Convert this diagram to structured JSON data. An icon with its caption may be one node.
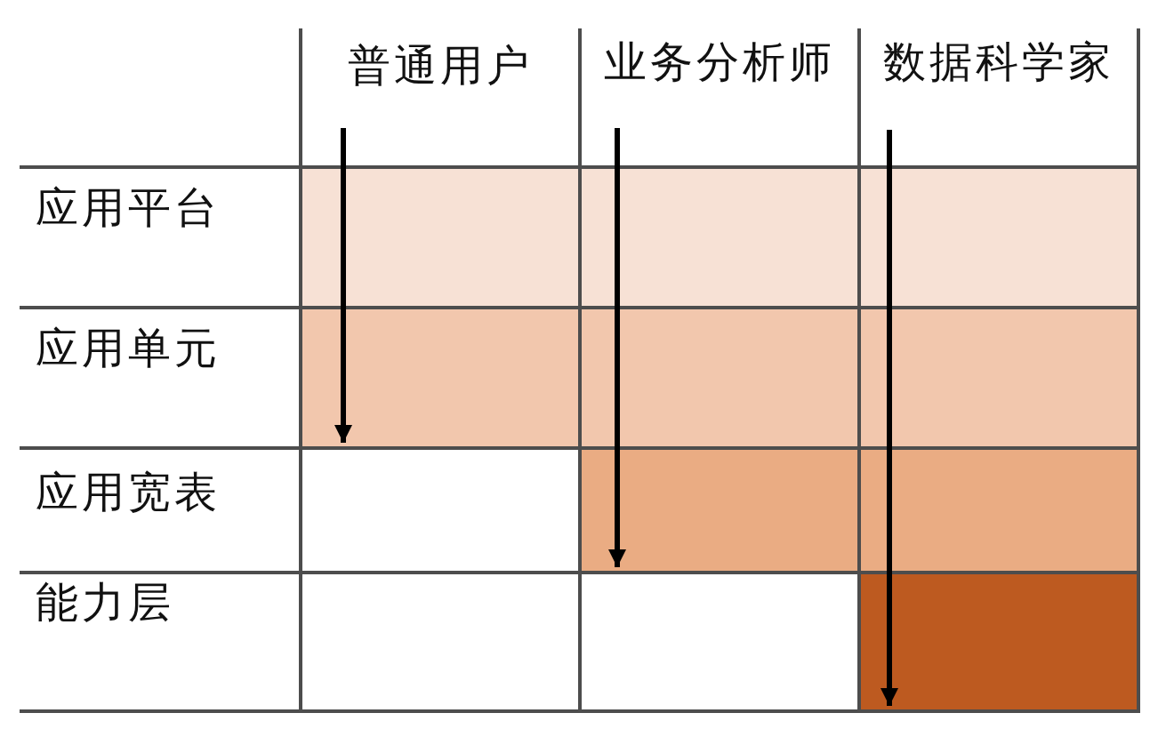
{
  "diagram": {
    "nodes": [
      {
        "text": [
          "普通用户"
        ]
      },
      {
        "text": [
          "业务分析师"
        ]
      },
      {
        "text": [
          "数据科学家"
        ]
      },
      {
        "text": [],
        "shape": "bar"
      },
      {
        "text": [],
        "shape": "bar"
      },
      {
        "text": [],
        "shape": "bar"
      }
    ],
    "edges": [
      {
        "from": 0,
        "to": 3,
        "arrow": "to"
      },
      {
        "from": 1,
        "to": 4,
        "arrow": "to"
      },
      {
        "from": 2,
        "to": 5,
        "arrow": "to"
      }
    ],
    "labels": [
      "应用平台",
      "应用单元",
      "应用宽表",
      "能力层"
    ]
  }
}
